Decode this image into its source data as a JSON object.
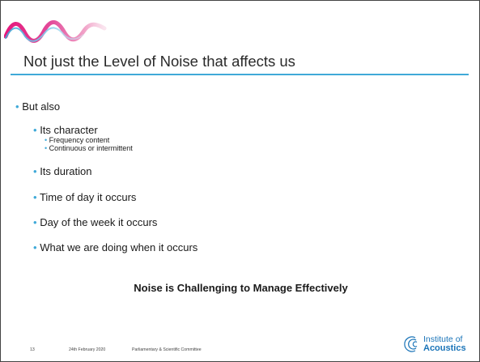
{
  "slide": {
    "title": "Not just the Level of Noise that affects us",
    "bullet_glyph": "•",
    "level1": "But also",
    "level2": [
      "Its character",
      "Its duration",
      "Time of day it occurs",
      "Day of the week it occurs",
      "What we are doing when it occurs"
    ],
    "level3": [
      "Frequency content",
      "Continuous or intermittent"
    ],
    "conclusion": "Noise is Challenging to Manage Effectively"
  },
  "footer": {
    "slide_number": "13",
    "date": "24th February 2020",
    "committee": "Parliamentary & Scientific Committee"
  },
  "logo": {
    "line1": "Institute of",
    "line2": "Acoustics"
  },
  "colors": {
    "accent_blue": "#3fa9d8",
    "wave_pink": "#e5187c",
    "logo_blue": "#1a74b8"
  },
  "icons": {
    "wave": "decorative-wave-icon",
    "logo_mark": "iac-rings-icon"
  }
}
